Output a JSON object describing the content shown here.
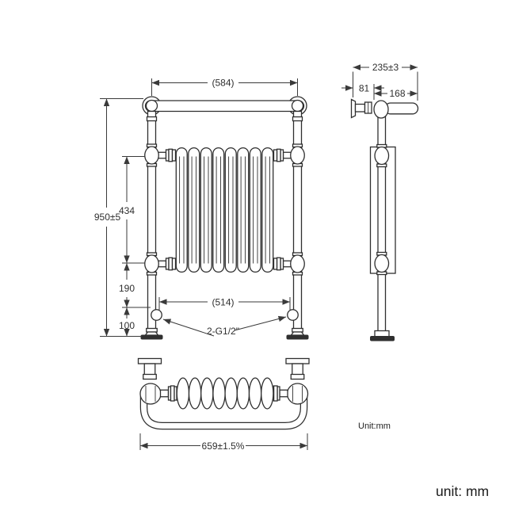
{
  "front": {
    "width_top": "(584)",
    "overall_height": "950±5",
    "radiator_height": "434",
    "bottom_section": "190",
    "foot_height": "100",
    "valve_span": "(514)",
    "valve_spec": "2-G1/2\""
  },
  "side": {
    "overall_depth": "235±3",
    "wall_offset": "81",
    "rail_length": "168"
  },
  "plan": {
    "overall_width": "659±1.5%"
  },
  "notes": {
    "unit_small": "Unit:mm",
    "unit_large": "unit: mm"
  },
  "style": {
    "line_color": "#2f2f2f",
    "background": "#ffffff"
  }
}
